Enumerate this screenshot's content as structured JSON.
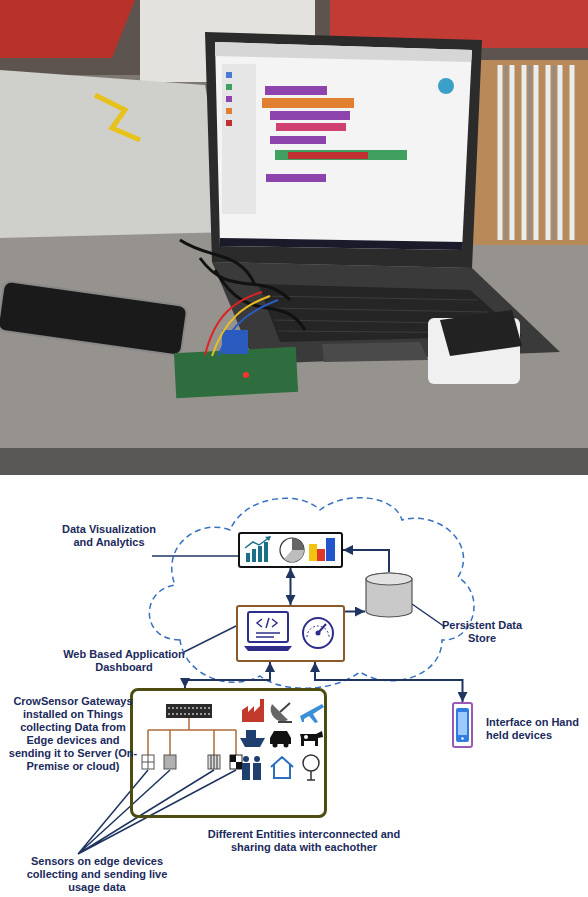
{
  "diagram": {
    "nodes": [
      {
        "text": [
          "Data Visualization and Analytics"
        ]
      },
      {
        "text": [
          "Web Based Application Dashboard"
        ]
      },
      {
        "text": [
          "Persistent Data Store"
        ]
      },
      {
        "text": [
          "CrowSensor Gateways installed on Things collecting Data from Edge devices and sending it to Server (On-Premise or cloud)",
          "Different Entities interconnected and sharing data with eachother"
        ]
      },
      {
        "text": [
          "Interface on Hand held devices"
        ]
      }
    ],
    "edges": [
      {
        "from": 0,
        "to": 1,
        "arrow": "both"
      },
      {
        "from": 1,
        "to": 2,
        "arrow": "to"
      },
      {
        "from": 2,
        "to": 0,
        "arrow": "to"
      },
      {
        "from": 3,
        "to": 1,
        "arrow": "both"
      },
      {
        "from": 4,
        "to": 1,
        "arrow": "both"
      }
    ],
    "labels": [
      "Sensors on edge devices collecting and sending live usage data"
    ]
  }
}
